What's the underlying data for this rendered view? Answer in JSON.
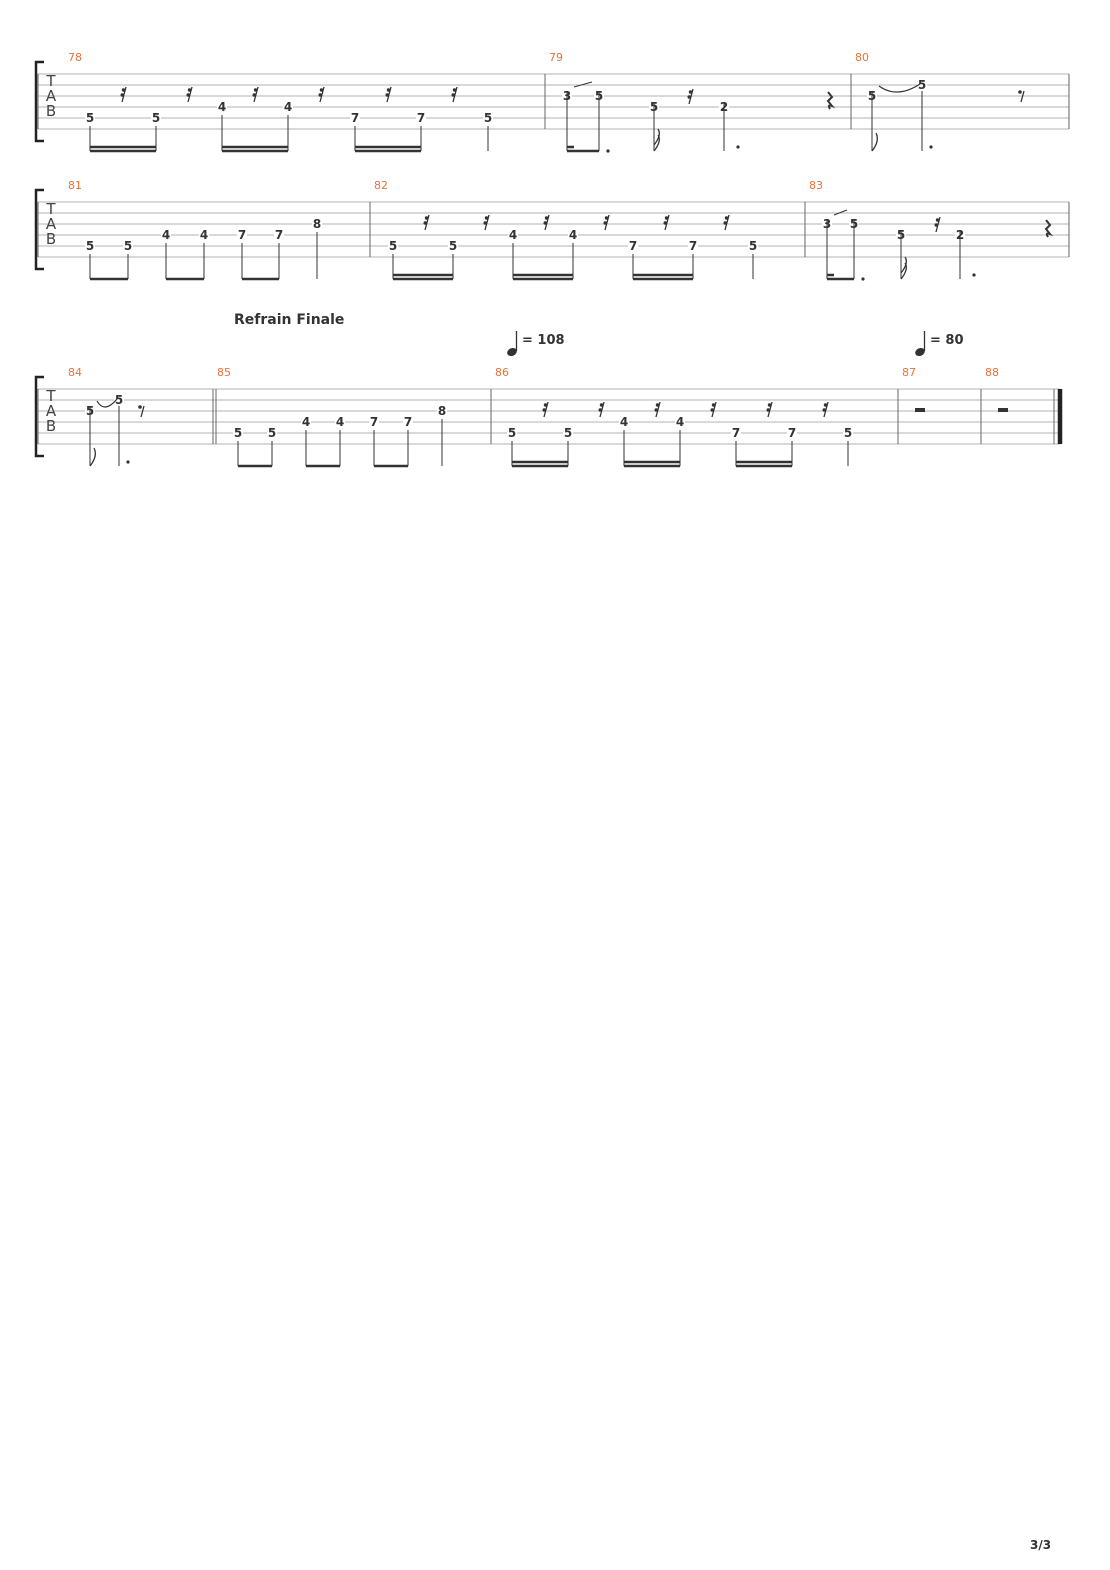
{
  "colors": {
    "measure_number": "#e8723c",
    "ink": "#333333",
    "staff_line": "#9a9a9a"
  },
  "tab_clef": [
    "T",
    "A",
    "B"
  ],
  "section_marker": "Refrain Finale",
  "tempo_markings": [
    {
      "text": "= 108",
      "icon": "quarter-note-icon",
      "measure": "86"
    },
    {
      "text": "= 80",
      "icon": "quarter-note-icon",
      "measure": "87"
    }
  ],
  "systems": [
    {
      "measures": [
        {
          "number": "78",
          "notes": [
            {
              "string": 5,
              "fret": "5"
            },
            {
              "string": 5,
              "fret": "5"
            },
            {
              "string": 4,
              "fret": "4"
            },
            {
              "string": 4,
              "fret": "4"
            },
            {
              "string": 5,
              "fret": "7"
            },
            {
              "string": 5,
              "fret": "7"
            },
            {
              "string": 5,
              "fret": "5"
            }
          ]
        },
        {
          "number": "79",
          "notes": [
            {
              "string": 3,
              "fret": "3"
            },
            {
              "string": 3,
              "fret": "5"
            },
            {
              "string": 4,
              "fret": "5"
            },
            {
              "string": 4,
              "fret": "2"
            }
          ]
        },
        {
          "number": "80",
          "notes": [
            {
              "string": 3,
              "fret": "5"
            },
            {
              "string": 2,
              "fret": "5"
            }
          ]
        }
      ]
    },
    {
      "measures": [
        {
          "number": "81",
          "notes": [
            {
              "string": 5,
              "fret": "5"
            },
            {
              "string": 5,
              "fret": "5"
            },
            {
              "string": 4,
              "fret": "4"
            },
            {
              "string": 4,
              "fret": "4"
            },
            {
              "string": 4,
              "fret": "7"
            },
            {
              "string": 4,
              "fret": "7"
            },
            {
              "string": 3,
              "fret": "8"
            }
          ]
        },
        {
          "number": "82",
          "notes": [
            {
              "string": 5,
              "fret": "5"
            },
            {
              "string": 5,
              "fret": "5"
            },
            {
              "string": 4,
              "fret": "4"
            },
            {
              "string": 4,
              "fret": "4"
            },
            {
              "string": 5,
              "fret": "7"
            },
            {
              "string": 5,
              "fret": "7"
            },
            {
              "string": 5,
              "fret": "5"
            }
          ]
        },
        {
          "number": "83",
          "notes": [
            {
              "string": 3,
              "fret": "3"
            },
            {
              "string": 3,
              "fret": "5"
            },
            {
              "string": 4,
              "fret": "5"
            },
            {
              "string": 4,
              "fret": "2"
            }
          ]
        }
      ]
    },
    {
      "measures": [
        {
          "number": "84",
          "notes": [
            {
              "string": 3,
              "fret": "5"
            },
            {
              "string": 2,
              "fret": "5"
            }
          ]
        },
        {
          "number": "85",
          "notes": [
            {
              "string": 5,
              "fret": "5"
            },
            {
              "string": 5,
              "fret": "5"
            },
            {
              "string": 4,
              "fret": "4"
            },
            {
              "string": 4,
              "fret": "4"
            },
            {
              "string": 4,
              "fret": "7"
            },
            {
              "string": 4,
              "fret": "7"
            },
            {
              "string": 3,
              "fret": "8"
            }
          ]
        },
        {
          "number": "86",
          "notes": [
            {
              "string": 5,
              "fret": "5"
            },
            {
              "string": 5,
              "fret": "5"
            },
            {
              "string": 4,
              "fret": "4"
            },
            {
              "string": 4,
              "fret": "4"
            },
            {
              "string": 5,
              "fret": "7"
            },
            {
              "string": 5,
              "fret": "7"
            },
            {
              "string": 5,
              "fret": "5"
            }
          ]
        },
        {
          "number": "87",
          "notes": []
        },
        {
          "number": "88",
          "notes": []
        }
      ]
    }
  ],
  "page_number": "3/3"
}
